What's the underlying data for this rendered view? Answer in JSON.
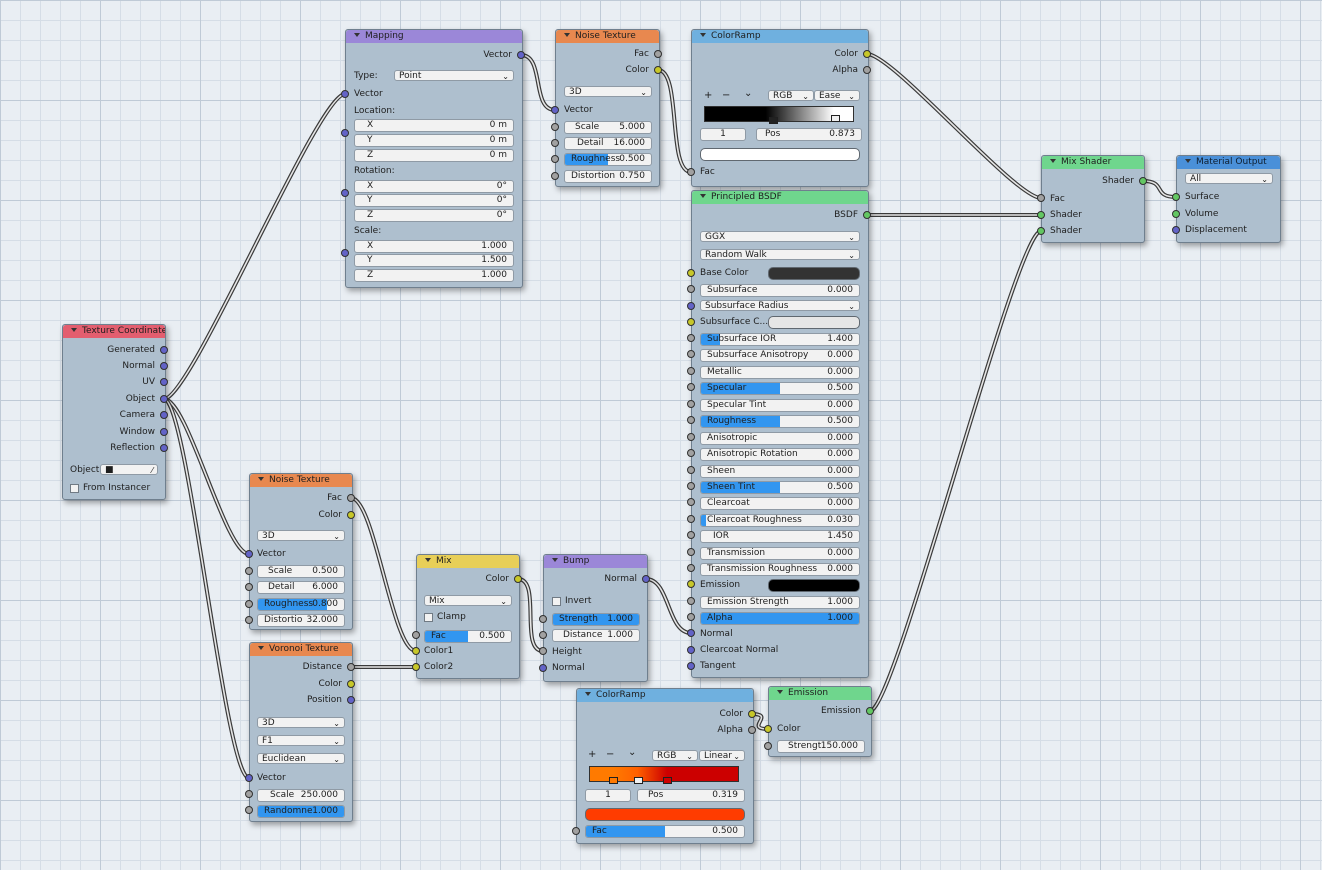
{
  "colors": {
    "vector_socket": "#6363c7",
    "color_socket": "#c7c729",
    "float_socket": "#a1a1a1",
    "shader_socket": "#63c763",
    "slider_fill": "#3296f0",
    "texture_header": "#e8884f",
    "vector_header": "#9b87d8",
    "converter_header": "#6fb0df",
    "shader_header": "#6fd68d",
    "input_header": "#e35e6f",
    "color_header": "#e8cf58",
    "output_header": "#4a90d9"
  },
  "icons": {
    "collapse": "triangle-down-icon",
    "dropdown": "chevron-down-icon",
    "eyedropper": "eyedropper-icon",
    "plus": "plus-icon",
    "minus": "minus-icon"
  },
  "mapping": {
    "title": "Mapping",
    "out_vector": "Vector",
    "type_label": "Type:",
    "type_value": "Point",
    "in_vector": "Vector",
    "location": "Location:",
    "rotation": "Rotation:",
    "scale": "Scale:",
    "x": "X",
    "y": "Y",
    "z": "Z",
    "loc_x": "0 m",
    "loc_y": "0 m",
    "loc_z": "0 m",
    "rot_x": "0°",
    "rot_y": "0°",
    "rot_z": "0°",
    "scl_x": "1.000",
    "scl_y": "1.500",
    "scl_z": "1.000"
  },
  "noise1": {
    "title": "Noise Texture",
    "fac": "Fac",
    "color": "Color",
    "dim": "3D",
    "vector": "Vector",
    "scale_l": "Scale",
    "scale_v": "5.000",
    "detail_l": "Detail",
    "detail_v": "16.000",
    "rough_l": "Roughness",
    "rough_v": "0.500",
    "rough_f": 0.5,
    "dist_l": "Distortion",
    "dist_v": "0.750"
  },
  "ramp1": {
    "title": "ColorRamp",
    "color": "Color",
    "alpha": "Alpha",
    "plus": "+",
    "minus": "−",
    "chev": "⌄",
    "mode": "RGB",
    "interp": "Ease",
    "index": "1",
    "pos_l": "Pos",
    "pos_v": "0.873",
    "fac": "Fac"
  },
  "bsdf": {
    "title": "Principled BSDF",
    "out": "BSDF",
    "dist": "GGX",
    "sss_method": "Random Walk",
    "base_color": "Base Color",
    "subsurface_l": "Subsurface",
    "subsurface_v": "0.000",
    "ss_radius": "Subsurface Radius",
    "ss_color": "Subsurface C...",
    "ss_ior_l": "Subsurface IOR",
    "ss_ior_v": "1.400",
    "ss_aniso_l": "Subsurface Anisotropy",
    "ss_aniso_v": "0.000",
    "metallic_l": "Metallic",
    "metallic_v": "0.000",
    "specular_l": "Specular",
    "specular_v": "0.500",
    "spec_tint_l": "Specular Tint",
    "spec_tint_v": "0.000",
    "rough_l": "Roughness",
    "rough_v": "0.500",
    "aniso_l": "Anisotropic",
    "aniso_v": "0.000",
    "aniso_rot_l": "Anisotropic Rotation",
    "aniso_rot_v": "0.000",
    "sheen_l": "Sheen",
    "sheen_v": "0.000",
    "sheen_tint_l": "Sheen Tint",
    "sheen_tint_v": "0.500",
    "clearcoat_l": "Clearcoat",
    "clearcoat_v": "0.000",
    "cc_rough_l": "Clearcoat Roughness",
    "cc_rough_v": "0.030",
    "ior_l": "IOR",
    "ior_v": "1.450",
    "trans_l": "Transmission",
    "trans_v": "0.000",
    "trans_rough_l": "Transmission Roughness",
    "trans_rough_v": "0.000",
    "emission": "Emission",
    "em_strength_l": "Emission Strength",
    "em_strength_v": "1.000",
    "alpha_l": "Alpha",
    "alpha_v": "1.000",
    "normal": "Normal",
    "cc_normal": "Clearcoat Normal",
    "tangent": "Tangent",
    "base_color_hex": "#333333",
    "ss_color_hex": "#e6e6e6",
    "emission_hex": "#000000"
  },
  "mix_shader": {
    "title": "Mix Shader",
    "out": "Shader",
    "fac": "Fac",
    "in1": "Shader",
    "in2": "Shader"
  },
  "output": {
    "title": "Material Output",
    "target": "All",
    "surface": "Surface",
    "volume": "Volume",
    "displacement": "Displacement"
  },
  "texcoord": {
    "title": "Texture Coordinate",
    "generated": "Generated",
    "normal": "Normal",
    "uv": "UV",
    "object": "Object",
    "camera": "Camera",
    "window": "Window",
    "reflection": "Reflection",
    "object_l": "Object:",
    "instancer": "From Instancer"
  },
  "noise2": {
    "title": "Noise Texture",
    "fac": "Fac",
    "color": "Color",
    "dim": "3D",
    "vector": "Vector",
    "scale_l": "Scale",
    "scale_v": "0.500",
    "detail_l": "Detail",
    "detail_v": "6.000",
    "rough_l": "Roughness",
    "rough_v": "0.800",
    "rough_f": 0.8,
    "dist_l": "Distortio",
    "dist_v": "32.000"
  },
  "voronoi": {
    "title": "Voronoi Texture",
    "distance": "Distance",
    "color": "Color",
    "position": "Position",
    "dim": "3D",
    "feature": "F1",
    "metric": "Euclidean",
    "vector": "Vector",
    "scale_l": "Scale",
    "scale_v": "250.000",
    "random_l": "Randomne",
    "random_v": "1.000"
  },
  "mix": {
    "title": "Mix",
    "color": "Color",
    "mode": "Mix",
    "clamp": "Clamp",
    "fac_l": "Fac",
    "fac_v": "0.500",
    "color1": "Color1",
    "color2": "Color2"
  },
  "bump": {
    "title": "Bump",
    "normal_out": "Normal",
    "invert": "Invert",
    "strength_l": "Strength",
    "strength_v": "1.000",
    "distance_l": "Distance",
    "distance_v": "1.000",
    "height": "Height",
    "normal_in": "Normal"
  },
  "ramp2": {
    "title": "ColorRamp",
    "color": "Color",
    "alpha": "Alpha",
    "plus": "+",
    "minus": "−",
    "chev": "⌄",
    "mode": "RGB",
    "interp": "Linear",
    "index": "1",
    "pos_l": "Pos",
    "pos_v": "0.319",
    "fac_l": "Fac",
    "fac_v": "0.500",
    "swatch_hex": "#ff3c00"
  },
  "emission": {
    "title": "Emission",
    "out": "Emission",
    "color": "Color",
    "strength_l": "Strengt",
    "strength_v": "150.000"
  }
}
